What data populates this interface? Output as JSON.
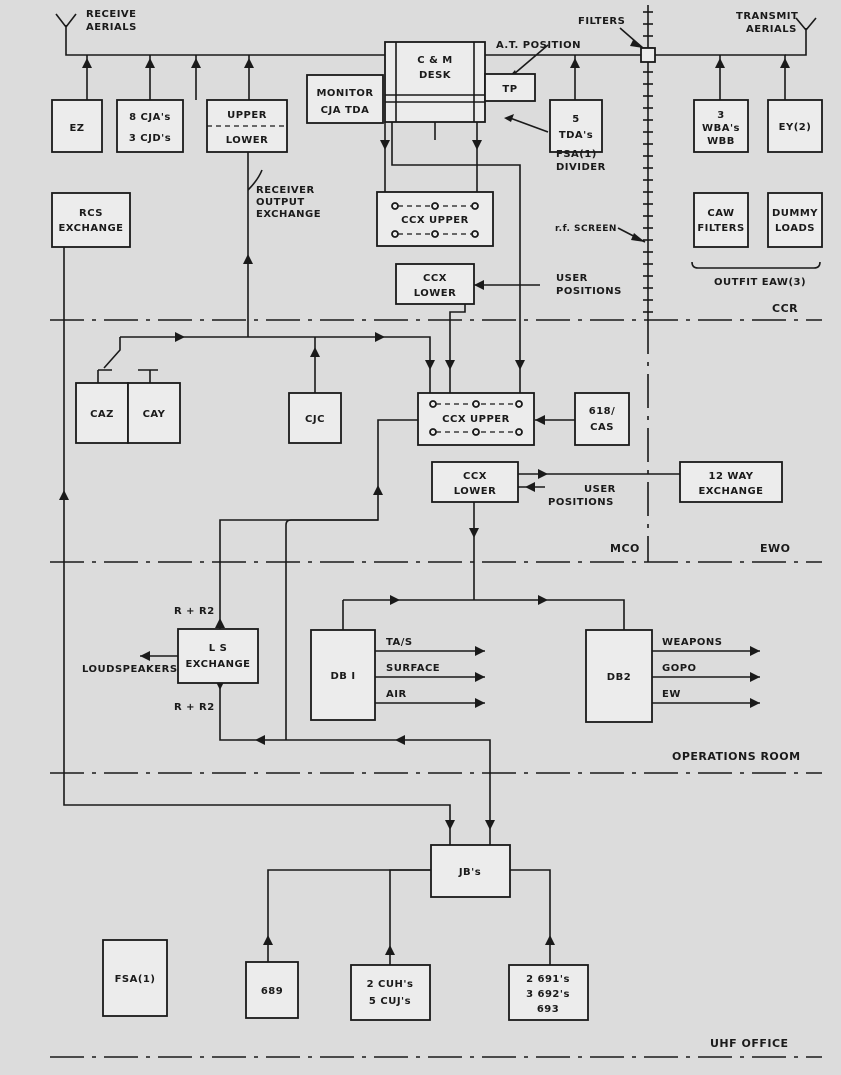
{
  "colors": {
    "background": "#dcdcdc",
    "ink": "#1a1a1a",
    "box_fill": "#ececec"
  },
  "labels": {
    "receive_aerials_1": "RECEIVE",
    "receive_aerials_2": "AERIALS",
    "transmit_aerials_1": "TRANSMIT",
    "transmit_aerials_2": "AERIALS",
    "filters": "FILTERS",
    "at_position": "A.T. POSITION",
    "fsa_divider_1": "FSA(1)",
    "fsa_divider_2": "DIVIDER",
    "receiver_output_1": "RECEIVER",
    "receiver_output_2": "OUTPUT",
    "receiver_output_3": "EXCHANGE",
    "rf_screen": "r.f. SCREEN",
    "user_positions_1a": "USER",
    "user_positions_1b": "POSITIONS",
    "user_positions_2a": "USER",
    "user_positions_2b": "POSITIONS",
    "outfit_eaw": "OUTFIT EAW(3)",
    "r_r2_top": "R + R2",
    "r_r2_bottom": "R + R2",
    "loudspeakers": "LOUDSPEAKERS",
    "ta_s": "TA/S",
    "surface": "SURFACE",
    "air": "AIR",
    "weapons": "WEAPONS",
    "gopo": "GOPO",
    "ew": "EW"
  },
  "zones": {
    "ccr": "CCR",
    "mco": "MCO",
    "ewo": "EWO",
    "operations_room": "OPERATIONS ROOM",
    "uhf_office": "UHF OFFICE"
  },
  "boxes": {
    "ez": "EZ",
    "cja_1": "8 CJA's",
    "cja_2": "3 CJD's",
    "upper": "UPPER",
    "lower": "LOWER",
    "monitor_1": "MONITOR",
    "monitor_2": "CJA  TDA",
    "cm_desk_1": "C & M",
    "cm_desk_2": "DESK",
    "tp": "TP",
    "tda_1": "5",
    "tda_2": "TDA's",
    "wba_1": "3",
    "wba_2": "WBA's",
    "wba_3": "WBB",
    "ey": "EY(2)",
    "rcs_1": "RCS",
    "rcs_2": "EXCHANGE",
    "ccx_upper_ccr": "CCX UPPER",
    "ccx_lower_ccr_1": "CCX",
    "ccx_lower_ccr_2": "LOWER",
    "caw_1": "CAW",
    "caw_2": "FILTERS",
    "dummy_1": "DUMMY",
    "dummy_2": "LOADS",
    "caz": "CAZ",
    "cay": "CAY",
    "cjc": "CJC",
    "ccx_upper_mco": "CCX UPPER",
    "cas_1": "618/",
    "cas_2": "CAS",
    "ccx_lower_mco_1": "CCX",
    "ccx_lower_mco_2": "LOWER",
    "way12_1": "12 WAY",
    "way12_2": "EXCHANGE",
    "ls_1": "L S",
    "ls_2": "EXCHANGE",
    "db1": "DB I",
    "db2": "DB2",
    "jbs": "JB's",
    "fsa": "FSA(1)",
    "b689": "689",
    "cuh_1": "2 CUH's",
    "cuh_2": "5 CUJ's",
    "b691_1": "2  691's",
    "b691_2": "3  692's",
    "b691_3": "693"
  }
}
